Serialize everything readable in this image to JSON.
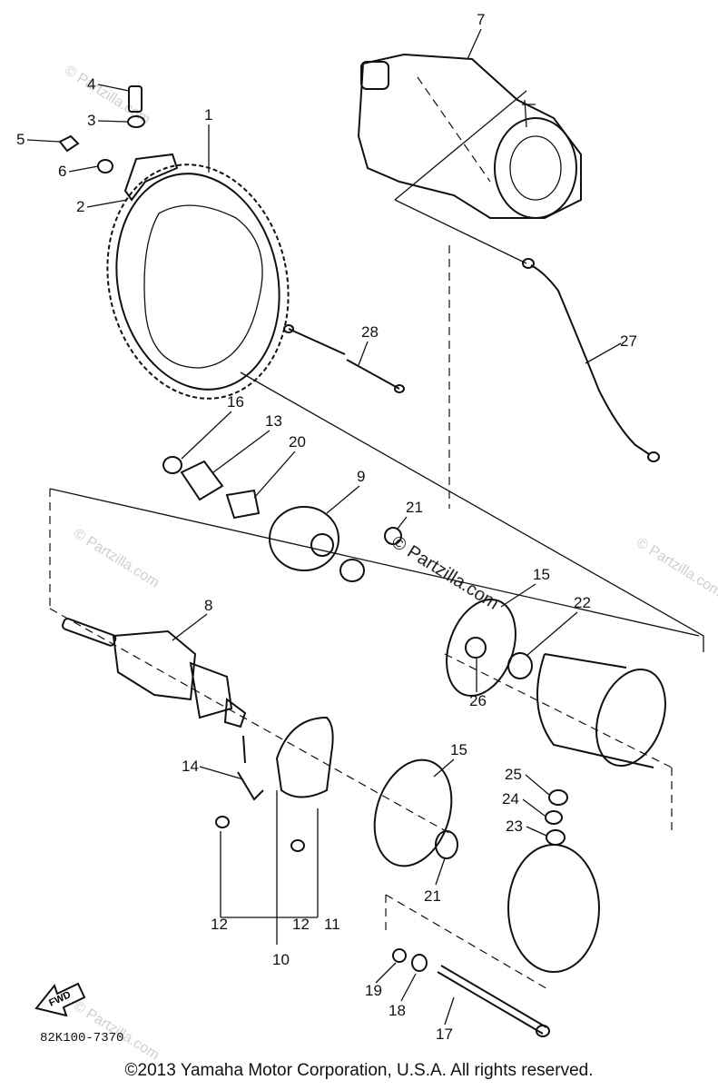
{
  "diagram": {
    "callouts": [
      "1",
      "2",
      "3",
      "4",
      "5",
      "6",
      "7",
      "8",
      "9",
      "10",
      "11",
      "12",
      "12",
      "13",
      "14",
      "15",
      "15",
      "16",
      "17",
      "18",
      "19",
      "20",
      "21",
      "21",
      "22",
      "23",
      "24",
      "25",
      "26",
      "27",
      "28"
    ],
    "watermark": "© Partzilla.com",
    "fwd_label": "FWD",
    "diagram_code": "82K100-7370"
  },
  "footer": {
    "copyright": "©2013  Yamaha Motor Corporation, U.S.A. All rights reserved."
  }
}
